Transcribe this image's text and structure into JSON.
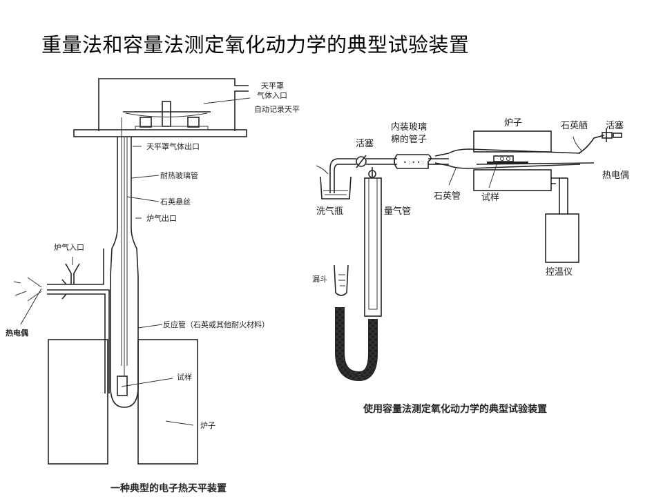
{
  "title": "重量法和容量法测定氧化动力学的典型试验装置",
  "left_diagram": {
    "caption": "一种典型的电子热天平装置",
    "labels": {
      "balance_gas_inlet_1": "天平罩",
      "balance_gas_inlet_2": "气体入口",
      "auto_record_balance": "自动记录天平",
      "balance_gas_outlet": "天平罩气体出口",
      "heat_glass_tube": "耐热玻璃管",
      "quartz_wire": "石英悬丝",
      "furnace_gas_outlet": "炉气出口",
      "furnace_gas_inlet": "炉气入口",
      "thermocouple": "热电偶",
      "reaction_tube": "反应管（石英或其他耐火材料）",
      "sample": "试样",
      "furnace": "炉子"
    }
  },
  "right_diagram": {
    "caption": "使用容量法测定氧化动力学的典型试验装置",
    "labels": {
      "furnace": "炉子",
      "quartz_boat": "石英舾",
      "stopcock_right": "活塞",
      "glass_wool_tube_1": "内装玻璃",
      "glass_wool_tube_2": "棉的管子",
      "stopcock_left": "活塞",
      "thermocouple": "热电偶",
      "quartz_tube": "石英管",
      "sample": "试样",
      "wash_bottle": "洗气瓶",
      "gas_burette": "量气管",
      "temp_controller": "控温仪",
      "funnel": "漏斗"
    }
  }
}
